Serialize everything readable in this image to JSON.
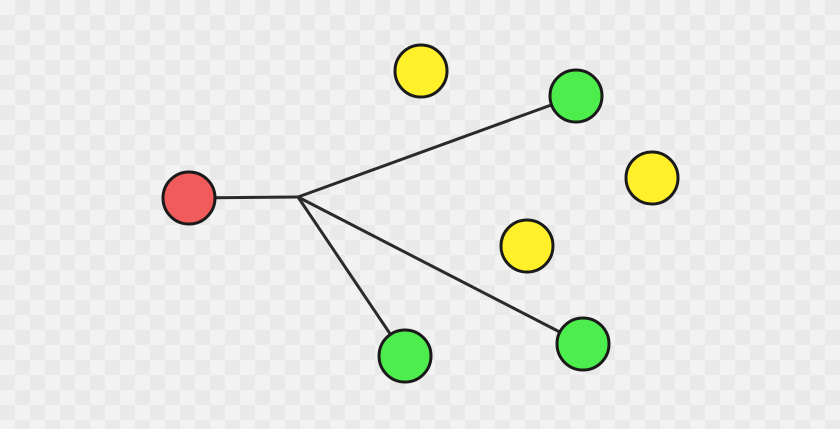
{
  "diagram": {
    "colors": {
      "source": "#f25b5b",
      "connected": "#4ded4d",
      "unconnected": "#fff02a",
      "edge": "#2a2a2a",
      "outline": "#1a1a1a"
    },
    "nodes": [
      {
        "id": "source",
        "role": "source",
        "color_key": "source"
      },
      {
        "id": "green-top-right",
        "role": "connected",
        "color_key": "connected"
      },
      {
        "id": "green-bottom-mid",
        "role": "connected",
        "color_key": "connected"
      },
      {
        "id": "green-bottom-right",
        "role": "connected",
        "color_key": "connected"
      },
      {
        "id": "yellow-top",
        "role": "unconnected",
        "color_key": "unconnected"
      },
      {
        "id": "yellow-right",
        "role": "unconnected",
        "color_key": "unconnected"
      },
      {
        "id": "yellow-middle",
        "role": "unconnected",
        "color_key": "unconnected"
      }
    ],
    "edges": [
      {
        "from": "source",
        "to": "hub"
      },
      {
        "from": "hub",
        "to": "green-top-right"
      },
      {
        "from": "hub",
        "to": "green-bottom-mid"
      },
      {
        "from": "hub",
        "to": "green-bottom-right"
      }
    ]
  }
}
